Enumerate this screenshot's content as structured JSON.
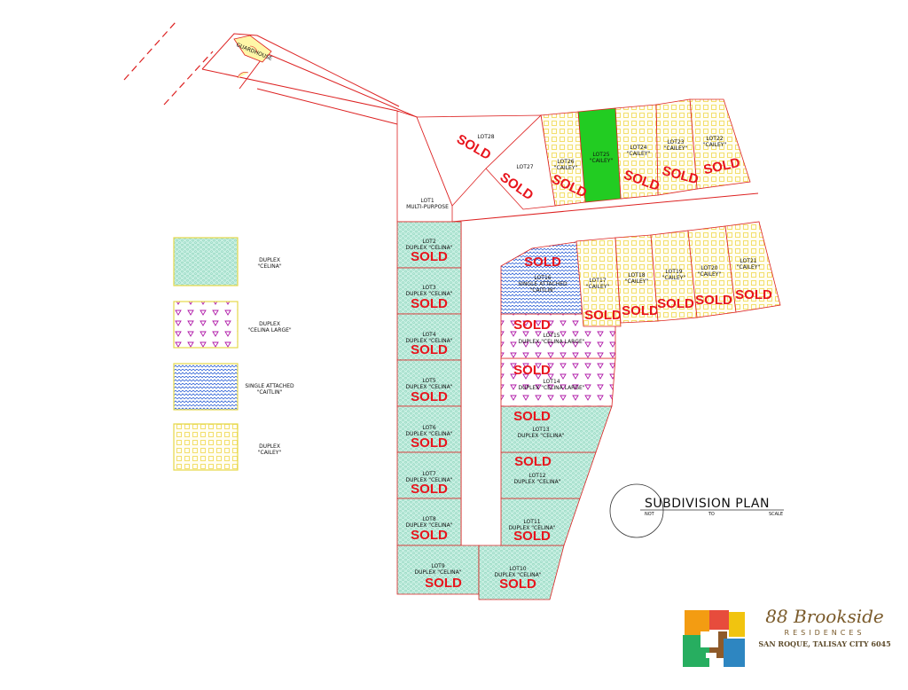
{
  "plan": {
    "guardhouse": "GUARDHOUSE",
    "title": "SUBDIVISION  PLAN",
    "scale": [
      "NOT",
      "TO",
      "SCALE"
    ],
    "sold_label": "SOLD"
  },
  "legend": [
    {
      "pattern": "celina",
      "line1": "DUPLEX",
      "line2": "\"CELINA\""
    },
    {
      "pattern": "celina-large",
      "line1": "DUPLEX",
      "line2": "\"CELINA LARGE\""
    },
    {
      "pattern": "caitlin",
      "line1": "SINGLE ATTACHED",
      "line2": "\"CAITLIN\""
    },
    {
      "pattern": "cailey",
      "line1": "DUPLEX",
      "line2": "\"CAILEY\""
    }
  ],
  "lots": [
    {
      "id": "lot1",
      "line1": "LOT1",
      "line2": "MULTI-PURPOSE",
      "type": "none",
      "sold": false
    },
    {
      "id": "lot2",
      "line1": "LOT2",
      "line2": "DUPLEX \"CELINA\"",
      "type": "celina",
      "sold": true
    },
    {
      "id": "lot3",
      "line1": "LOT3",
      "line2": "DUPLEX \"CELINA\"",
      "type": "celina",
      "sold": true
    },
    {
      "id": "lot4",
      "line1": "LOT4",
      "line2": "DUPLEX \"CELINA\"",
      "type": "celina",
      "sold": true
    },
    {
      "id": "lot5",
      "line1": "LOT5",
      "line2": "DUPLEX \"CELINA\"",
      "type": "celina",
      "sold": true
    },
    {
      "id": "lot6",
      "line1": "LOT6",
      "line2": "DUPLEX \"CELINA\"",
      "type": "celina",
      "sold": true
    },
    {
      "id": "lot7",
      "line1": "LOT7",
      "line2": "DUPLEX \"CELINA\"",
      "type": "celina",
      "sold": true
    },
    {
      "id": "lot8",
      "line1": "LOT8",
      "line2": "DUPLEX \"CELINA\"",
      "type": "celina",
      "sold": true
    },
    {
      "id": "lot9",
      "line1": "LOT9",
      "line2": "DUPLEX \"CELINA\"",
      "type": "celina",
      "sold": true
    },
    {
      "id": "lot10",
      "line1": "LOT10",
      "line2": "DUPLEX \"CELINA\"",
      "type": "celina",
      "sold": true
    },
    {
      "id": "lot11",
      "line1": "LOT11",
      "line2": "DUPLEX \"CELINA\"",
      "type": "celina",
      "sold": true
    },
    {
      "id": "lot12",
      "line1": "LOT12",
      "line2": "DUPLEX \"CELINA\"",
      "type": "celina",
      "sold": true
    },
    {
      "id": "lot13",
      "line1": "LOT13",
      "line2": "DUPLEX \"CELINA\"",
      "type": "celina",
      "sold": true
    },
    {
      "id": "lot14",
      "line1": "LOT14",
      "line2": "DUPLEX \"CELINA LARGE\"",
      "type": "celina-large",
      "sold": true
    },
    {
      "id": "lot15",
      "line1": "LOT15",
      "line2": "DUPLEX \"CELINA LARGE\"",
      "type": "celina-large",
      "sold": true
    },
    {
      "id": "lot16",
      "line1": "LOT16",
      "line2": "SINGLE ATTACHED",
      "line3": "\"CAITLIN\"",
      "type": "caitlin",
      "sold": true
    },
    {
      "id": "lot17",
      "line1": "LOT17",
      "line2": "\"CAILEY\"",
      "type": "cailey",
      "sold": true
    },
    {
      "id": "lot18",
      "line1": "LOT18",
      "line2": "\"CAILEY\"",
      "type": "cailey",
      "sold": true
    },
    {
      "id": "lot19",
      "line1": "LOT19",
      "line2": "\"CAILEY\"",
      "type": "cailey",
      "sold": true
    },
    {
      "id": "lot20",
      "line1": "LOT20",
      "line2": "\"CAILEY\"",
      "type": "cailey",
      "sold": true
    },
    {
      "id": "lot21",
      "line1": "LOT21",
      "line2": "\"CAILEY\"",
      "type": "cailey",
      "sold": true
    },
    {
      "id": "lot22",
      "line1": "LOT22",
      "line2": "\"CAILEY\"",
      "type": "cailey",
      "sold": true
    },
    {
      "id": "lot23",
      "line1": "LOT23",
      "line2": "\"CAILEY\"",
      "type": "cailey",
      "sold": true
    },
    {
      "id": "lot24",
      "line1": "LOT24",
      "line2": "\"CAILEY\"",
      "type": "cailey",
      "sold": true
    },
    {
      "id": "lot25",
      "line1": "LOT25",
      "line2": "\"CAILEY\"",
      "type": "available",
      "sold": false
    },
    {
      "id": "lot26",
      "line1": "LOT26",
      "line2": "\"CAILEY\"",
      "type": "cailey",
      "sold": true
    },
    {
      "id": "lot27",
      "line1": "LOT27",
      "type": "none",
      "sold": true
    },
    {
      "id": "lot28",
      "line1": "LOT28",
      "type": "none",
      "sold": true
    }
  ],
  "brand": {
    "name": "88 Brookside",
    "subtitle": "RESIDENCES",
    "location": "SAN ROQUE, TALISAY CITY 6045",
    "logo_colors": [
      "#f39c12",
      "#e74c3c",
      "#2e86c1",
      "#27ae60",
      "#8e5a2a",
      "#f1c40f"
    ]
  },
  "colors": {
    "boundary": "#d22",
    "sold": "#e8141c",
    "available": "#22cc22",
    "celina_fill": "#c8efe2",
    "caitlin_stroke": "#3a6ad8",
    "celina_large_stroke": "#b01aa8",
    "cailey_stroke": "#f0d84a"
  }
}
